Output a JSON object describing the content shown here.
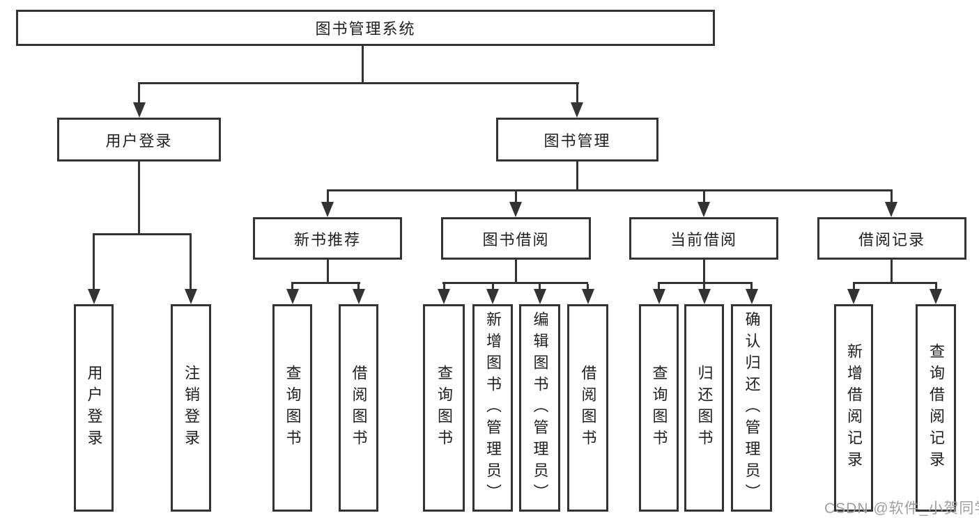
{
  "nodes": {
    "root": "图书管理系统",
    "user_login": "用户登录",
    "book_management": "图书管理",
    "new_book_recommend": "新书推荐",
    "book_borrow": "图书借阅",
    "current_borrow": "当前借阅",
    "borrow_records": "借阅记录",
    "user_login_leaf": "用户登录",
    "logout_leaf": "注销登录",
    "recommend_query_books": "查询图书",
    "recommend_borrow_books": "借阅图书",
    "borrow_query_books": "查询图书",
    "borrow_add_books": "新增图书（管理员）",
    "borrow_edit_books": "编辑图书（管理员）",
    "borrow_borrow_books": "借阅图书",
    "current_query_books": "查询图书",
    "current_return_books": "归还图书",
    "current_confirm_return": "确认归还（管理员）",
    "records_add_record": "新增借阅记录",
    "records_query_record": "查询借阅记录"
  },
  "watermark": "CSDN @软件_小贺同学",
  "colors": {
    "line": "#333333",
    "text": "#1f1f1f",
    "background": "#ffffff",
    "watermark": "#9e9e9e"
  }
}
